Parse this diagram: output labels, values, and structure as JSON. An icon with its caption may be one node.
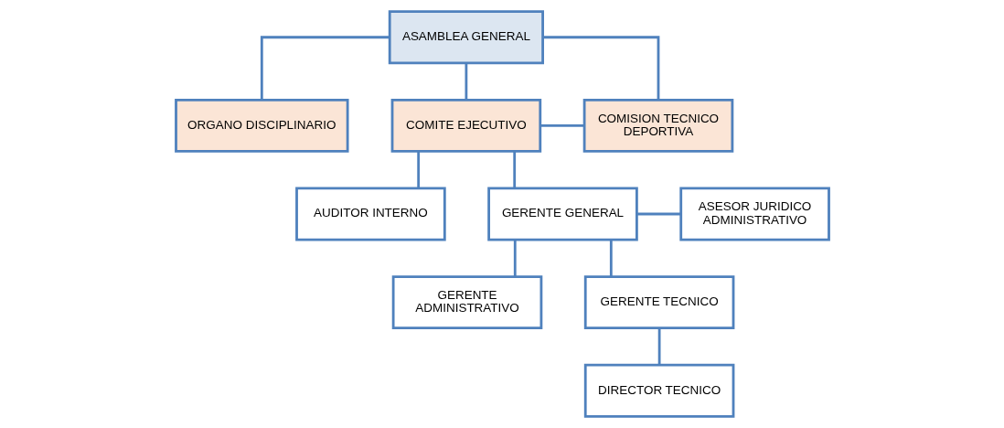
{
  "diagram": {
    "nodes": [
      {
        "text": [
          "ASAMBLEA GENERAL"
        ]
      },
      {
        "text": [
          "ORGANO DISCIPLINARIO"
        ]
      },
      {
        "text": [
          "COMITE EJECUTIVO"
        ]
      },
      {
        "text": [
          "COMISION TECNICO DEPORTIVA"
        ]
      },
      {
        "text": [
          "AUDITOR INTERNO"
        ]
      },
      {
        "text": [
          "GERENTE GENERAL"
        ]
      },
      {
        "text": [
          "ASESOR JURIDICO ADMINISTRATIVO"
        ]
      },
      {
        "text": [
          "GERENTE ADMINISTRATIVO"
        ]
      },
      {
        "text": [
          "GERENTE TECNICO"
        ]
      },
      {
        "text": [
          "DIRECTOR TECNICO"
        ]
      }
    ],
    "edges": [
      {
        "from": 0,
        "to": 1,
        "arrow": "none"
      },
      {
        "from": 0,
        "to": 2,
        "arrow": "none"
      },
      {
        "from": 0,
        "to": 3,
        "arrow": "none"
      },
      {
        "from": 2,
        "to": 3,
        "arrow": "none"
      },
      {
        "from": 2,
        "to": 4,
        "arrow": "none"
      },
      {
        "from": 2,
        "to": 5,
        "arrow": "none"
      },
      {
        "from": 5,
        "to": 6,
        "arrow": "none"
      },
      {
        "from": 5,
        "to": 7,
        "arrow": "none"
      },
      {
        "from": 5,
        "to": 8,
        "arrow": "none"
      },
      {
        "from": 8,
        "to": 9,
        "arrow": "none"
      }
    ]
  }
}
